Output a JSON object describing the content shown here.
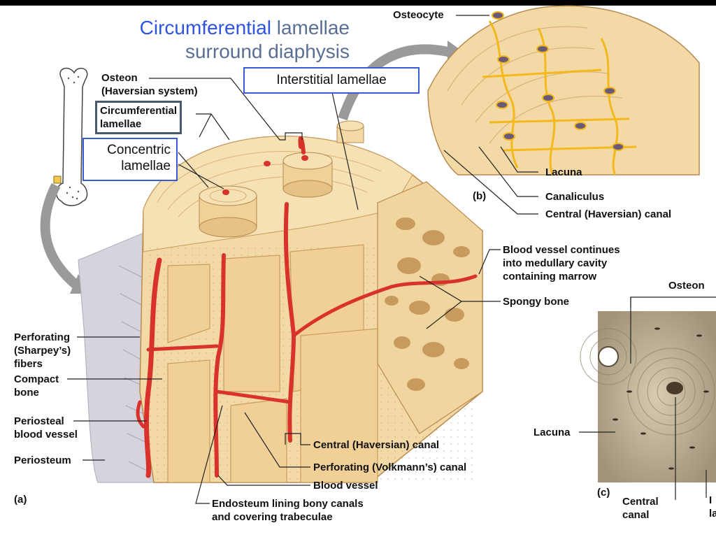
{
  "title": {
    "accent": "Circumferential",
    "rest1": "lamellae",
    "line2": "surround diaphysis",
    "accent_color": "#2f55e0",
    "color": "#5a6f94"
  },
  "boxes": {
    "interstitial": "Interstitial lamellae",
    "concentric_1": "Concentric",
    "concentric_2": "lamellae"
  },
  "labels": {
    "osteon_1": "Osteon",
    "osteon_2": "(Haversian system)",
    "circ_1": "Circumferential",
    "circ_2": "lamellae",
    "osteocyte": "Osteocyte",
    "lacuna_b": "Lacuna",
    "canaliculus": "Canaliculus",
    "central_canal_b": "Central (Haversian) canal",
    "panel_b": "(b)",
    "blood_vessel_cont_1": "Blood vessel continues",
    "blood_vessel_cont_2": "into medullary cavity",
    "blood_vessel_cont_3": "containing marrow",
    "spongy_bone": "Spongy bone",
    "osteon_c": "Osteon",
    "perforating_1": "Perforating",
    "perforating_2": "(Sharpey’s)",
    "perforating_3": "fibers",
    "compact_1": "Compact",
    "compact_2": "bone",
    "periosteal_1": "Periosteal",
    "periosteal_2": "blood vessel",
    "periosteum": "Periosteum",
    "panel_a": "(a)",
    "central_canal_a": "Central (Haversian) canal",
    "volkmann": "Perforating (Volkmann’s) canal",
    "blood_vessel": "Blood vessel",
    "endosteum_1": "Endosteum lining bony canals",
    "endosteum_2": "and covering trabeculae",
    "lacuna_c": "Lacuna",
    "panel_c": "(c)",
    "central_c_1": "Central",
    "central_c_2": "canal",
    "inter_c_1": "I",
    "inter_c_2": "la"
  },
  "colors": {
    "bone": "#f3d9a6",
    "bone_dark": "#dcb67a",
    "vessel": "#d8322a",
    "osteocyte": "#f2b81c",
    "micro": "#a99a7b",
    "arrow": "#9a9a9a"
  }
}
